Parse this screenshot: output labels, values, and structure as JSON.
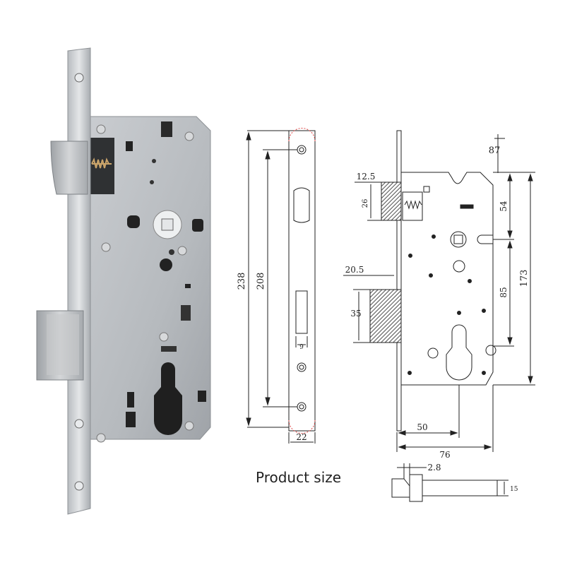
{
  "caption": "Product size",
  "front_view": {
    "height_overall": "238",
    "hole_spacing": "208",
    "faceplate_width": "22",
    "deadbolt_slot_width": "9"
  },
  "side_view": {
    "backset_top": "87",
    "latch_to_spindle": "54",
    "overall_height": "173",
    "spindle_to_cylinder": "85",
    "latch_projection": "12.5",
    "latch_height": "26",
    "bolt_projection": "20.5",
    "bolt_height": "35",
    "backset": "50",
    "case_depth": "76"
  },
  "key_detail": {
    "tip_thickness": "2.8",
    "width": "15"
  }
}
